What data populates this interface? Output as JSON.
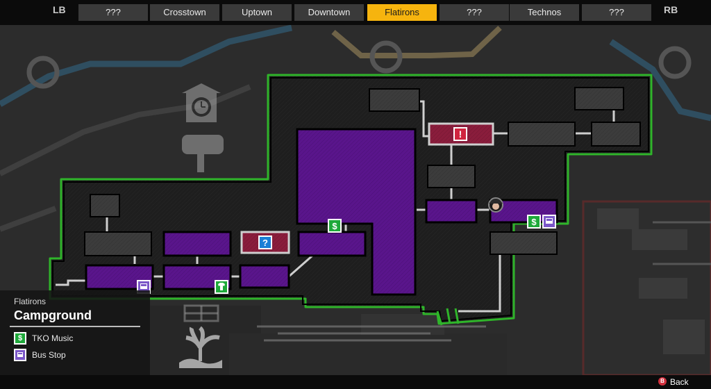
{
  "header": {
    "left_bumper": "LB",
    "right_bumper": "RB",
    "tabs": [
      {
        "label": "???",
        "active": false
      },
      {
        "label": "Crosstown",
        "active": false
      },
      {
        "label": "Uptown",
        "active": false
      },
      {
        "label": "Downtown",
        "active": false
      },
      {
        "label": "Flatirons",
        "active": true
      },
      {
        "label": "???",
        "active": false
      },
      {
        "label": "Technos",
        "active": false
      },
      {
        "label": "???",
        "active": false
      }
    ]
  },
  "map": {
    "markers": {
      "unknown": "?",
      "alert": "!",
      "shop_symbol": "$"
    },
    "icons": [
      "clock-tower-icon",
      "tree-icon",
      "beach-island-icon",
      "shop-icon",
      "bus-stop-icon",
      "clothing-icon",
      "unknown-location-icon",
      "alert-icon",
      "player-marker-icon"
    ],
    "colors": {
      "district_outline": "#2fb52a",
      "room_visited": "#5a158c",
      "room_special": "#8a1d3c",
      "room_unvisited": "#3c3c3c",
      "shop_icon": "#1ea93a",
      "bus_icon": "#7a57c8",
      "active_tab": "#f6b40e"
    }
  },
  "info_panel": {
    "district": "Flatirons",
    "area": "Campground",
    "legend": [
      {
        "icon": "shop-icon",
        "symbol": "$",
        "label": "TKO Music",
        "color": "#1ea93a"
      },
      {
        "icon": "bus-stop-icon",
        "symbol": "",
        "label": "Bus Stop",
        "color": "#7a57c8"
      }
    ]
  },
  "footer": {
    "button": "B",
    "action": "Back"
  }
}
